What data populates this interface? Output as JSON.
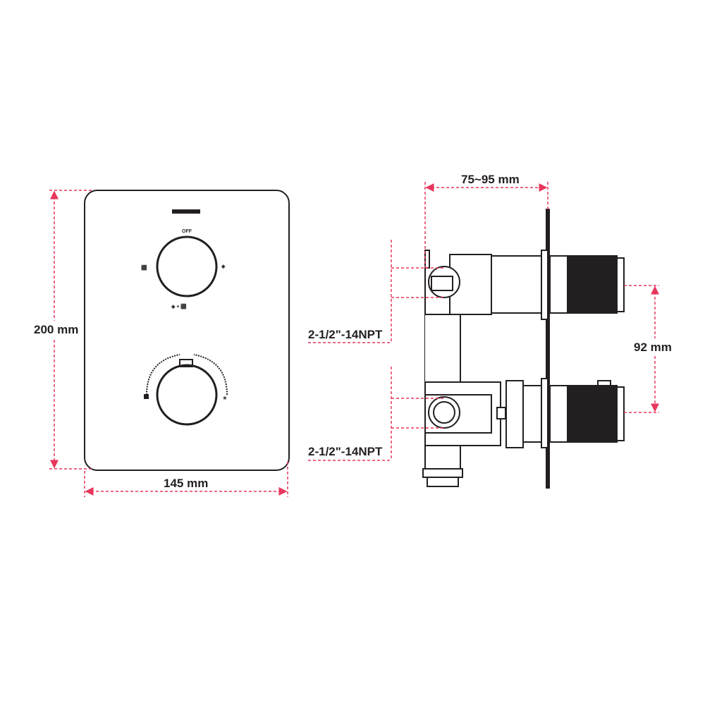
{
  "colors": {
    "line": "#231f20",
    "dimension": "#e8365d"
  },
  "front_view": {
    "height_label": "200 mm",
    "width_label": "145 mm",
    "knob_labels": {
      "top": "OFF"
    }
  },
  "side_view": {
    "depth_label": "75~95 mm",
    "upper_port_label": "2-1/2\"-14NPT",
    "lower_port_label": "2-1/2\"-14NPT",
    "spacing_label": "92 mm"
  }
}
